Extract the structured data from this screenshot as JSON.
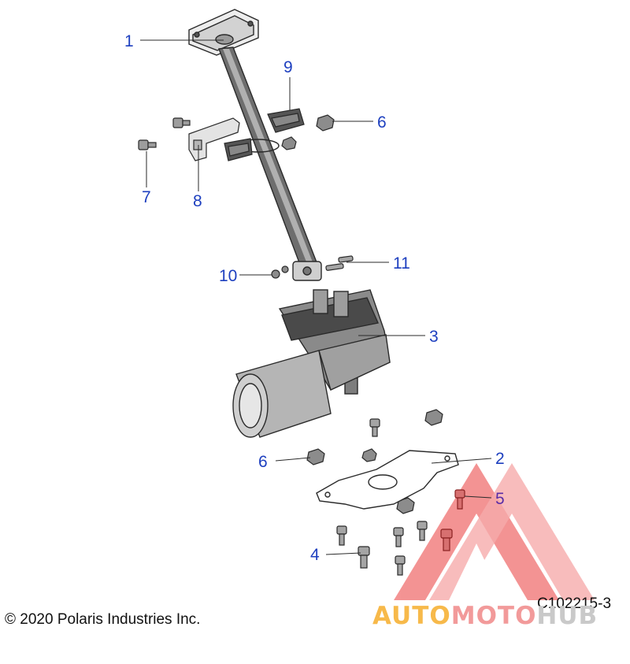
{
  "callouts": [
    {
      "label": "1"
    },
    {
      "label": "9"
    },
    {
      "label": "6"
    },
    {
      "label": "7"
    },
    {
      "label": "8"
    },
    {
      "label": "10"
    },
    {
      "label": "11"
    },
    {
      "label": "3"
    },
    {
      "label": "6"
    },
    {
      "label": "2"
    },
    {
      "label": "5"
    },
    {
      "label": "4"
    }
  ],
  "figure_code": "C102215-3",
  "copyright": "© 2020 Polaris Industries Inc.",
  "watermark": {
    "part1": "AUTO",
    "part2": "MOTO",
    "part3": "HUB",
    "colors": {
      "part1": "#f7b94a",
      "part2": "#f29a9a",
      "part3": "#c9c9c9",
      "triangle": "#e85050"
    }
  },
  "colors": {
    "callout": "#1d3fbf",
    "callout_highlight": "#5a2da6",
    "line": "#2a2a2a"
  }
}
